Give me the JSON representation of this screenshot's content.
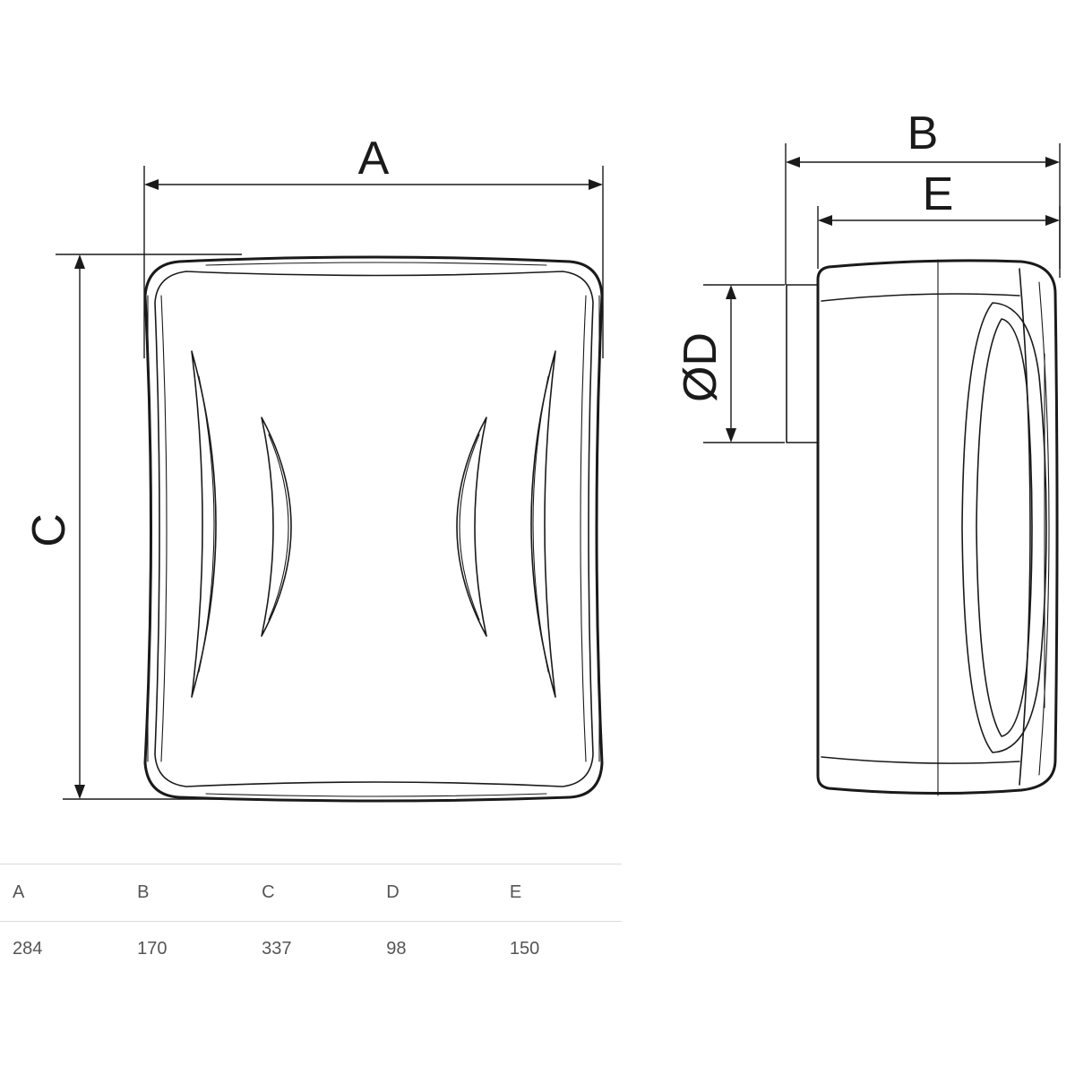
{
  "drawing": {
    "front_view": {
      "width_label": "A",
      "height_label": "C"
    },
    "side_view": {
      "depth_label": "B",
      "body_depth_label": "E",
      "spigot_label": "ØD"
    }
  },
  "table": {
    "headers": [
      "A",
      "B",
      "C",
      "D",
      "E"
    ],
    "values": [
      "284",
      "170",
      "337",
      "98",
      "150"
    ]
  }
}
